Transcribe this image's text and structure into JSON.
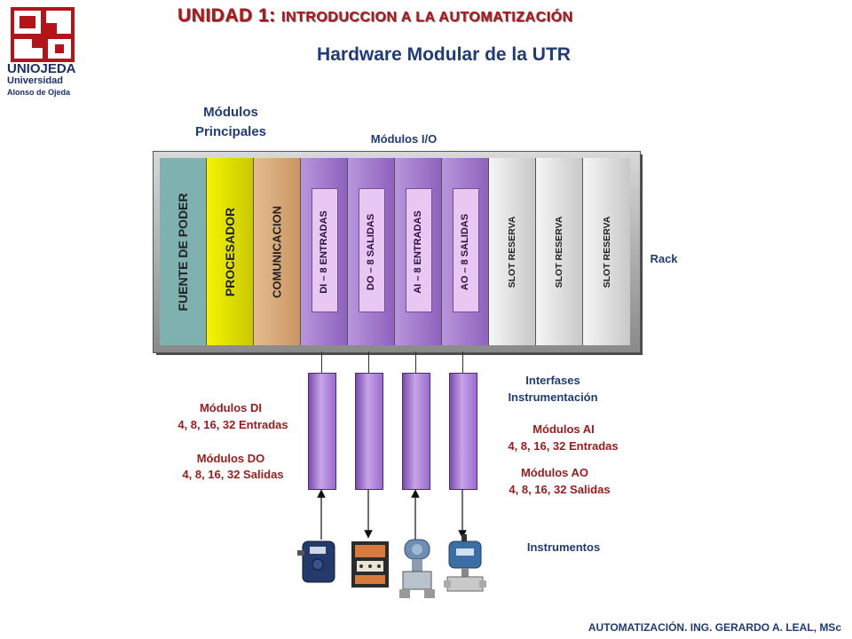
{
  "header": {
    "logo": {
      "name": "UNIOJEDA",
      "line1": "Universidad",
      "line2": "Alonso de Ojeda"
    },
    "unit_title_main": "UNIDAD 1:",
    "unit_title_rest": "INTRODUCCION A LA AUTOMATIZACIÓN",
    "page_title": "Hardware Modular de la UTR"
  },
  "labels": {
    "modulos_principales_1": "Módulos",
    "modulos_principales_2": "Principales",
    "modulos_io": "Módulos I/O",
    "rack": "Rack",
    "interfaces_1": "Interfases",
    "interfaces_2": "Instrumentación",
    "di_title": "Módulos DI",
    "di_sub": "4, 8, 16, 32 Entradas",
    "do_title": "Módulos DO",
    "do_sub": "4, 8, 16, 32 Salidas",
    "ai_title": "Módulos AI",
    "ai_sub": "4, 8, 16, 32 Entradas",
    "ao_title": "Módulos AO",
    "ao_sub": "4, 8, 16, 32 Salidas",
    "instrumentos": "Instrumentos"
  },
  "slots": [
    {
      "label": "FUENTE DE PODER",
      "color": "#7fb1b0"
    },
    {
      "label": "PROCESADOR",
      "color": "#e6e600"
    },
    {
      "label": "COMUNICACION",
      "color": "#d7a777"
    },
    {
      "label": "DI – 8 ENTRADAS",
      "color": "#a27cc8"
    },
    {
      "label": "DO – 8 SALIDAS",
      "color": "#a27cc8"
    },
    {
      "label": "AI – 8 ENTRADAS",
      "color": "#a27cc8"
    },
    {
      "label": "AO – 8 SALIDAS",
      "color": "#a27cc8"
    },
    {
      "label": "SLOT RESERVA",
      "color": "#e0e0e0"
    },
    {
      "label": "SLOT RESERVA",
      "color": "#e0e0e0"
    },
    {
      "label": "SLOT RESERVA",
      "color": "#e0e0e0"
    }
  ],
  "footer": "AUTOMATIZACIÓN. ING. GERARDO A. LEAL, MSc",
  "colors": {
    "red": "#b3141a",
    "navy": "#1f3b7a",
    "io_purple": "#a27cc8"
  }
}
